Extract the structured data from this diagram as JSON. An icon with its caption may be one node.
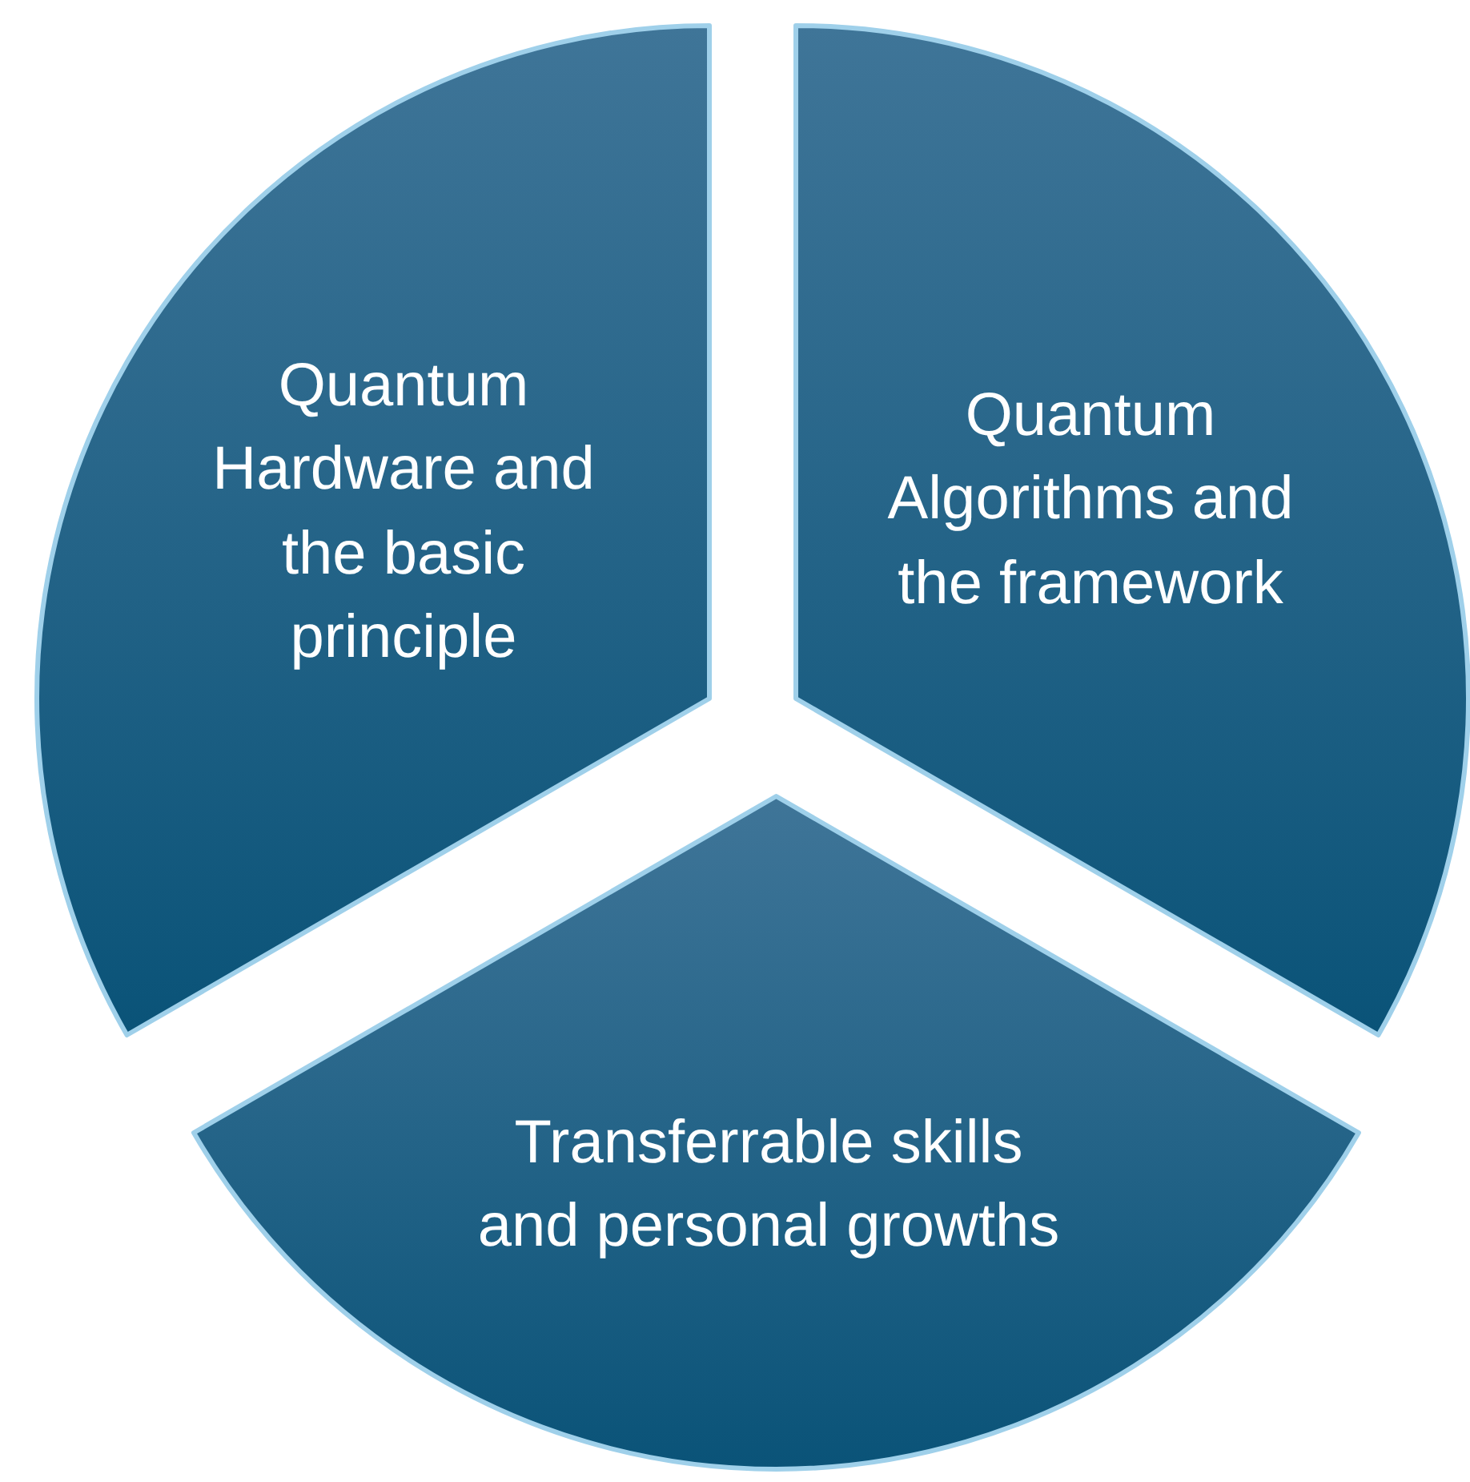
{
  "diagram": {
    "nodes": [
      {
        "text": [
          "Quantum Hardware and the basic principle"
        ]
      },
      {
        "text": [
          "Quantum Algorithms and the framework"
        ]
      },
      {
        "text": [
          "Transferrable skills and personal growths"
        ]
      }
    ]
  }
}
